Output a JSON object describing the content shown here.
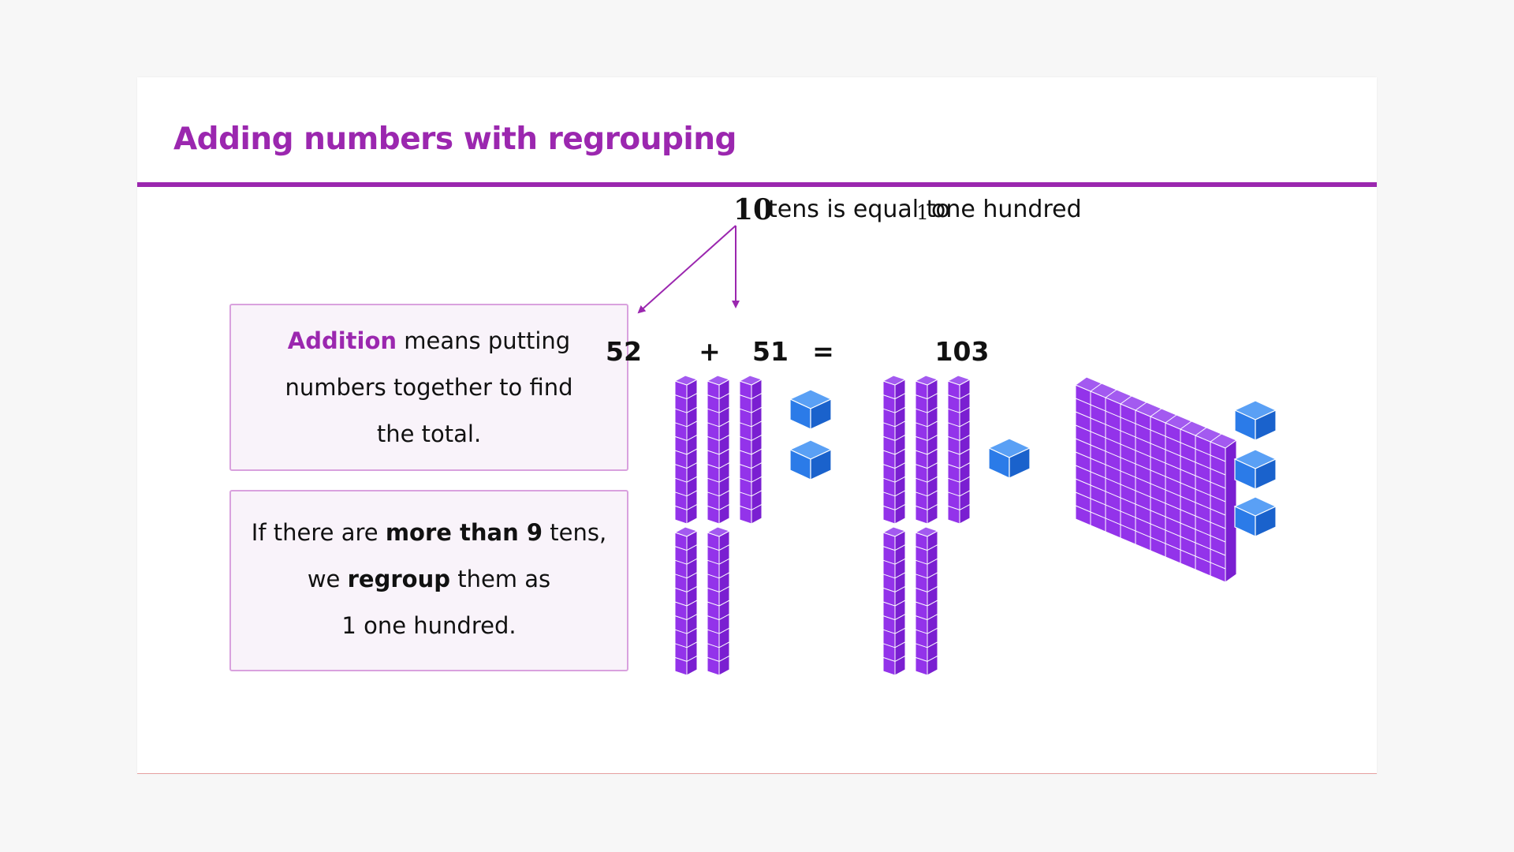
{
  "slide": {
    "title": "Adding numbers with regrouping"
  },
  "box1": {
    "keyword": "Addition",
    "line1_rest": " means putting",
    "line2": "numbers together to find",
    "line3": "the total."
  },
  "box2": {
    "line1_pre": "If there are ",
    "line1_bold": "more than 9",
    "line1_post": " tens,",
    "line2_pre": "we ",
    "line2_bold": "regroup",
    "line2_post": " them as",
    "line3": "1 one hundred."
  },
  "caption": {
    "num_tens": "10",
    "text1": "tens is equal to",
    "num_hundreds": "1",
    "text2": "one hundred"
  },
  "equation": {
    "addend1": "52",
    "plus": "+",
    "addend2": "51",
    "equals": "=",
    "sum": "103"
  },
  "blocks": {
    "addend1": {
      "tens": 5,
      "ones": 2
    },
    "addend2": {
      "tens": 5,
      "ones": 1
    },
    "sum": {
      "hundreds": 1,
      "tens": 0,
      "ones": 3
    }
  },
  "colors": {
    "accent": "#9b27af",
    "ten_rod": "#8a2be2",
    "one_cube": "#2b7be8",
    "hundred_flat": "#8a2be2"
  }
}
